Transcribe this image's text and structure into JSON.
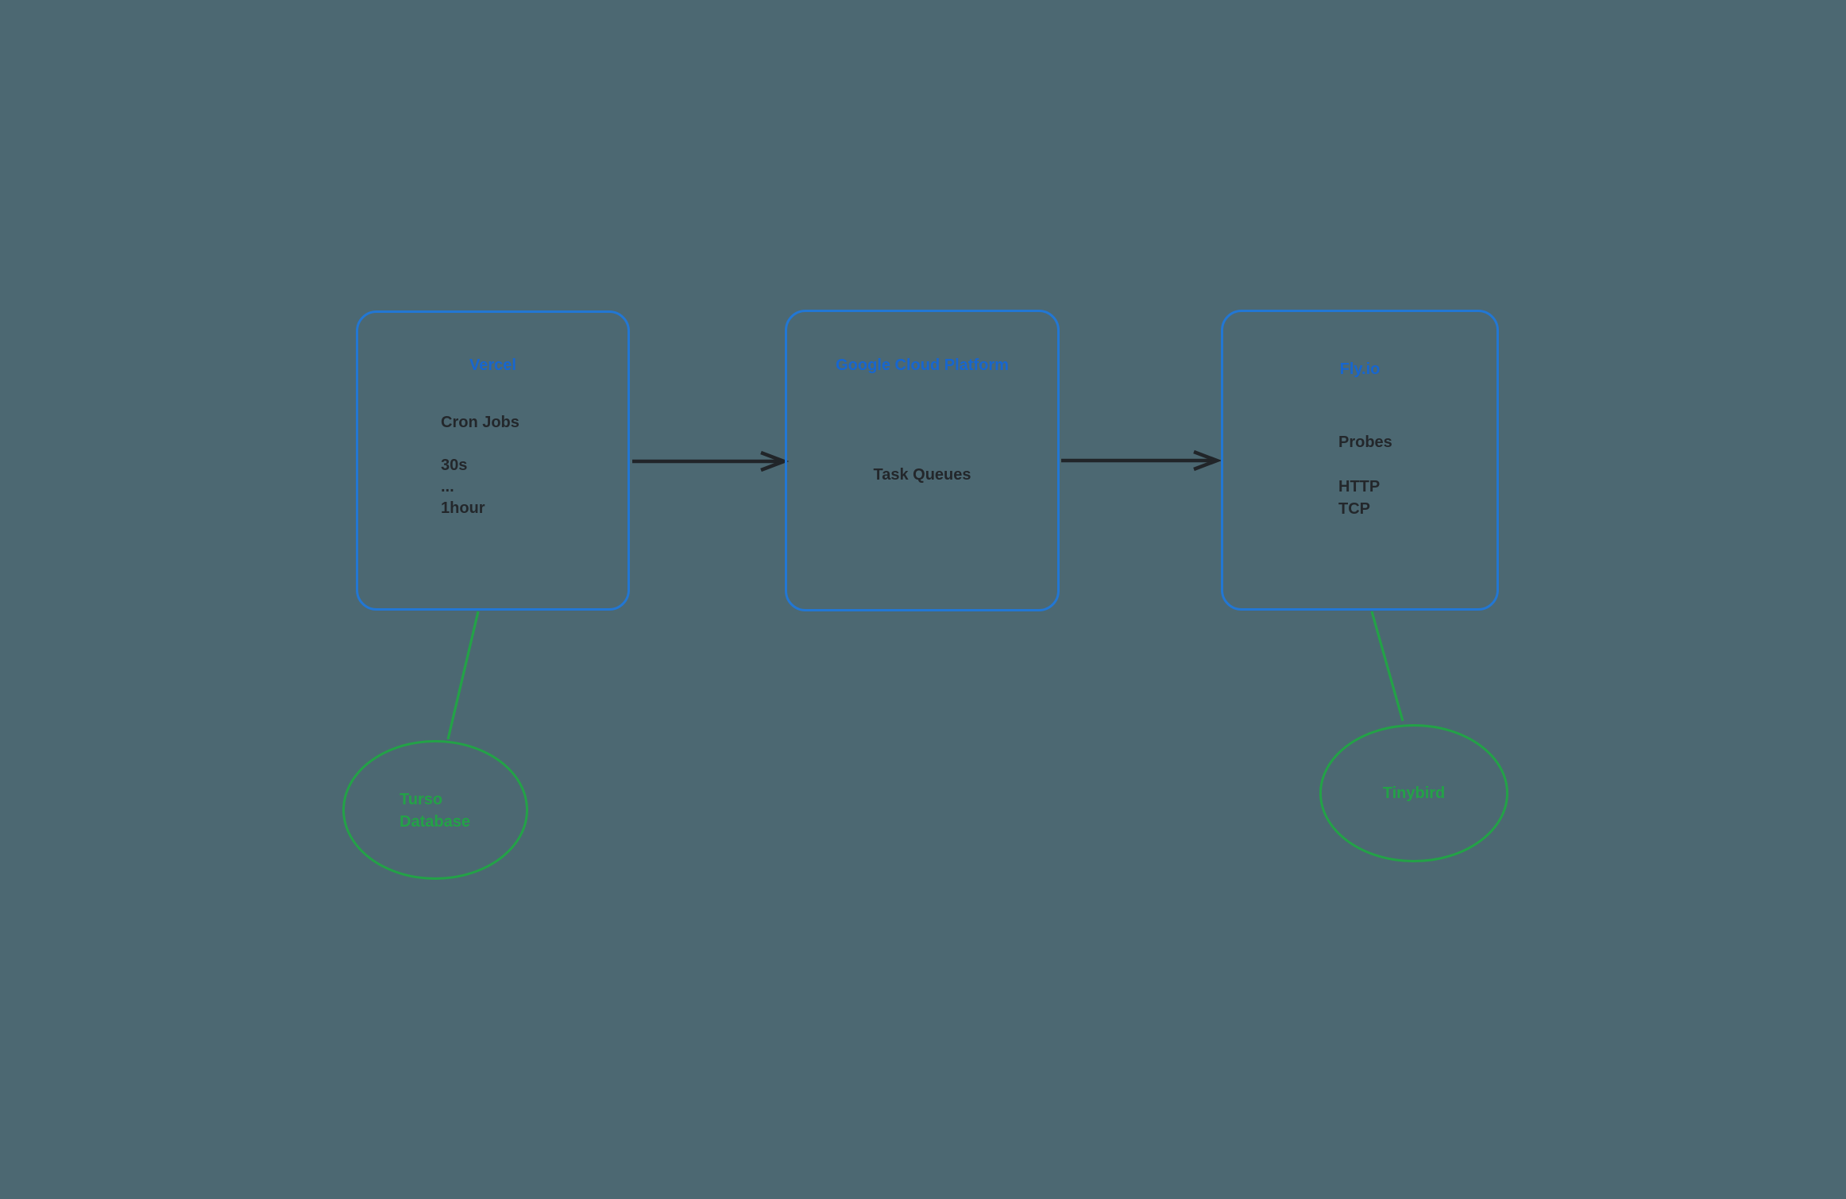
{
  "diagram": {
    "background_color": "#4c6872",
    "stroke_colors": {
      "box_border": "#2277d4",
      "title_text": "#1766d0",
      "body_text": "#23272b",
      "arrow": "#212529",
      "green": "#23a247"
    },
    "nodes": [
      {
        "id": "vercel",
        "title": "Vercel",
        "body": "Cron Jobs\n\n30s\n...\n1hour"
      },
      {
        "id": "google-cloud-platform",
        "title": "Google Cloud Platform",
        "body": "Task Queues"
      },
      {
        "id": "fly-io",
        "title": "Fly.io",
        "body": "Probes\n\nHTTP\nTCP"
      }
    ],
    "ellipses": [
      {
        "id": "turso-database",
        "label": "Turso\nDatabase"
      },
      {
        "id": "tinybird",
        "label": "Tinybird"
      }
    ],
    "edges": [
      {
        "from": "vercel",
        "to": "google-cloud-platform",
        "style": "arrow"
      },
      {
        "from": "google-cloud-platform",
        "to": "fly-io",
        "style": "arrow"
      },
      {
        "from": "vercel",
        "to": "turso-database",
        "style": "plain-green-line"
      },
      {
        "from": "fly-io",
        "to": "tinybird",
        "style": "plain-green-line"
      }
    ]
  }
}
